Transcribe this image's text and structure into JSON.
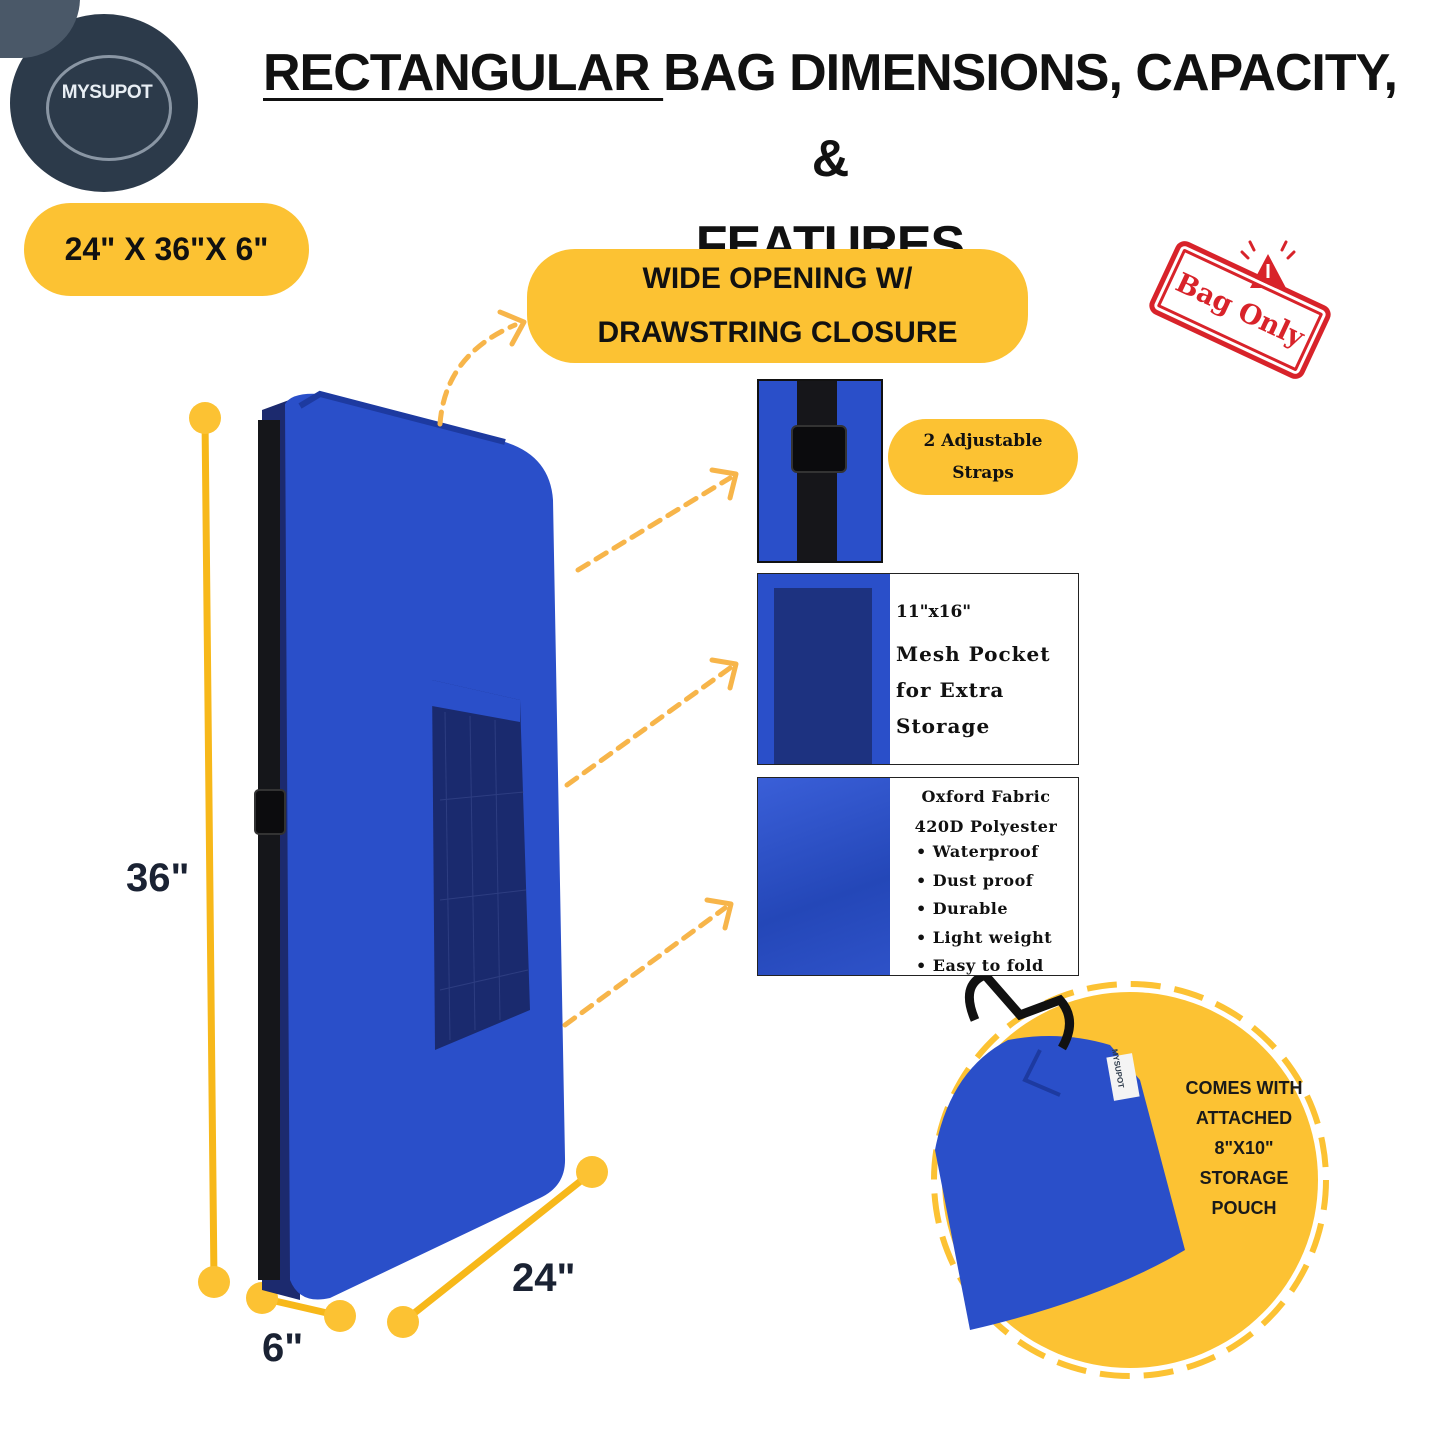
{
  "logo": {
    "brand": "MYSUPOT"
  },
  "title": {
    "underlined": "RECTANGULAR ",
    "rest": "BAG DIMENSIONS, CAPACITY, &",
    "line2": "FEATURES"
  },
  "dimensions_pill": "24\" X 36\"X 6\"",
  "opening_pill": {
    "line1": "WIDE OPENING W/",
    "line2": "DRAWSTRING CLOSURE"
  },
  "stamp": {
    "text": "Bag Only",
    "color": "#d8232a"
  },
  "measurements": {
    "height": "36\"",
    "depth": "6\"",
    "width": "24\""
  },
  "features": {
    "straps": {
      "line1": "2 Adjustable",
      "line2": "Straps"
    },
    "pocket": {
      "size": "11\"x16\"",
      "line1": "Mesh Pocket",
      "line2": "for Extra",
      "line3": "Storage"
    },
    "fabric": {
      "line1": "Oxford Fabric",
      "line2": "420D Polyester",
      "bullets": [
        "Waterproof",
        "Dust proof",
        "Durable",
        "Light weight",
        "Easy to fold"
      ]
    }
  },
  "pouch": {
    "lines": [
      "COMES WITH",
      "ATTACHED",
      "8\"X10\"",
      "STORAGE",
      "POUCH"
    ],
    "tag": "MYSUPOT"
  },
  "colors": {
    "accent": "#fcc233",
    "bag_blue": "#2a4fc9",
    "dark": "#2c3a4a"
  }
}
